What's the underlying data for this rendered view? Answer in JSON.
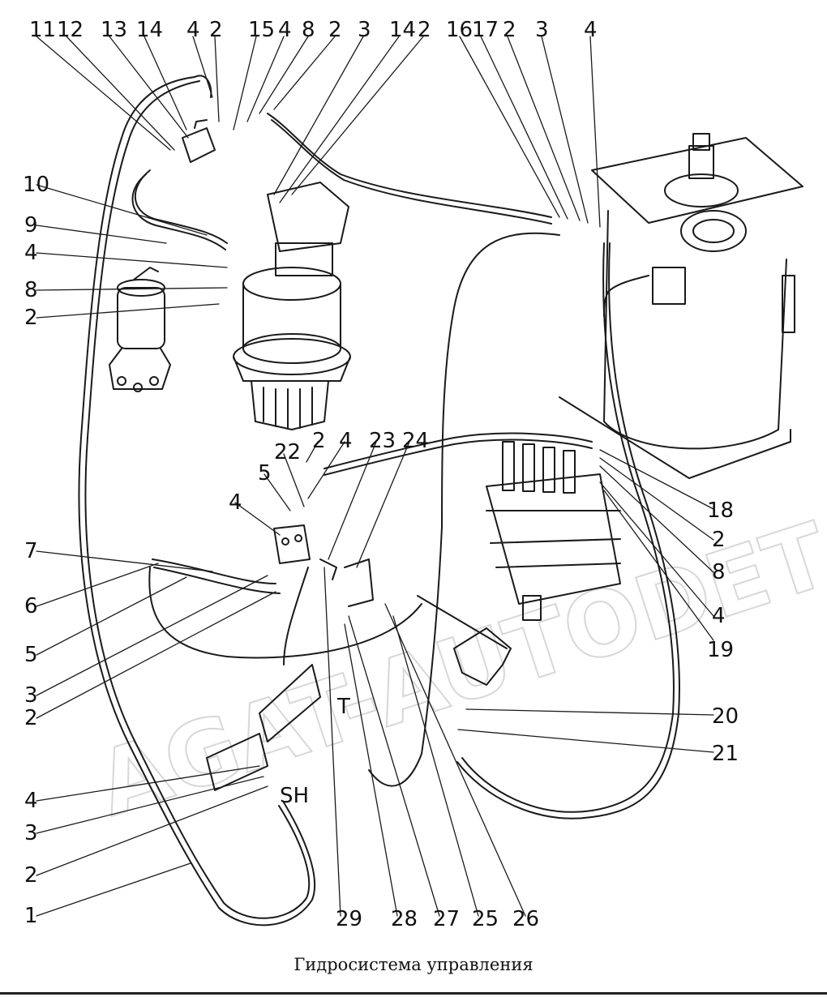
{
  "caption": "Гидросистема управления",
  "watermark": "AGAT-AUTODETALER.RU",
  "port_labels": {
    "t": "T",
    "sh": "SH"
  },
  "labels": {
    "top": [
      "11",
      "12",
      "13",
      "14",
      "4",
      "2",
      "15",
      "4",
      "8",
      "2",
      "3",
      "14",
      "2",
      "16",
      "17",
      "2",
      "3",
      "4"
    ],
    "left": [
      "10",
      "9",
      "4",
      "8",
      "2",
      "7",
      "6",
      "5",
      "3",
      "2",
      "4",
      "3",
      "2",
      "1"
    ],
    "middle": [
      "5",
      "22",
      "2",
      "4",
      "23",
      "24",
      "4"
    ],
    "right": [
      "18",
      "2",
      "8",
      "4",
      "19",
      "20",
      "21"
    ],
    "bottom": [
      "29",
      "28",
      "27",
      "25",
      "26"
    ]
  },
  "colors": {
    "line": "#1a1a1a",
    "watermark": "#b8b8b8"
  }
}
